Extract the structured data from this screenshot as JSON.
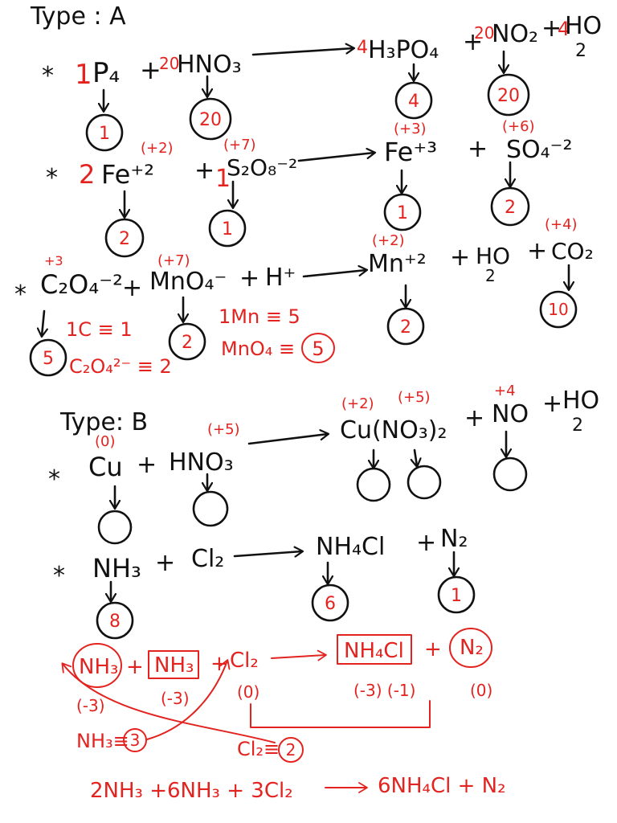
{
  "colors": {
    "paper": "#ffffff",
    "ink": "#111111",
    "red": "#e3231f"
  },
  "icons": {
    "reaction_arrow": "right-arrow-icon",
    "guide_arrow": "down-arrow-icon",
    "bullet": "asterisk-icon"
  },
  "symbols": {
    "bullet": "*",
    "plus": "+"
  },
  "type_a": {
    "heading": "Type : A",
    "r1": {
      "p4_coef": "1",
      "p4": "P₄",
      "p4_count": "1",
      "hno3_coef": "20",
      "hno3": "HNO₃",
      "hno3_count": "20",
      "h3po4_coef": "4",
      "h3po4": "H₃PO₄",
      "h3po4_count": "4",
      "no2_coef": "20",
      "no2": "NO₂",
      "no2_count": "20",
      "h2o_coef": "4",
      "h2o": "HO",
      "h2o_sub": "2"
    },
    "r2": {
      "fe2_coef": "2",
      "fe2": "Fe⁺²",
      "fe2_ox": "(+2)",
      "fe2_count": "2",
      "s2o8_coef": "1",
      "s2o8": "S₂O₈⁻²",
      "s2o8_ox": "(+7)",
      "s2o8_count": "1",
      "fe3": "Fe⁺³",
      "fe3_ox": "(+3)",
      "fe3_count": "1",
      "so4": "SO₄⁻²",
      "so4_ox": "(+6)",
      "so4_count": "2"
    },
    "r3": {
      "c2o4": "C₂O₄⁻²",
      "c2o4_ox": "+3",
      "c2o4_count": "5",
      "mno4": "MnO₄⁻",
      "mno4_ox": "(+7)",
      "mno4_count": "2",
      "h": "H⁺",
      "mn2": "Mn⁺²",
      "mn2_ox": "(+2)",
      "mn2_count": "2",
      "h2o": "HO",
      "h2o_sub": "2",
      "co2": "CO₂",
      "co2_ox": "(+4)",
      "co2_count": "10",
      "c_note": "1C ≡ 1",
      "c2o4_note": "C₂O₄²⁻ ≡ 2",
      "mn_note": "1Mn ≡ 5",
      "mno4_note": "MnO₄ ≡",
      "mno4_note_value": "5"
    }
  },
  "type_b": {
    "heading": "Type: B",
    "r4": {
      "cu": "Cu",
      "cu_ox": "(0)",
      "hno3": "HNO₃",
      "hno3_ox": "(+5)",
      "cuno3": "Cu(NO₃)₂",
      "cuno3_cu_ox": "(+2)",
      "cuno3_n_ox": "(+5)",
      "no": "NO",
      "no_ox": "+4",
      "h2o": "HO",
      "h2o_sub": "2"
    },
    "r5": {
      "nh3": "NH₃",
      "nh3_count": "8",
      "cl2": "Cl₂",
      "nh4cl": "NH₄Cl",
      "nh4cl_count": "6",
      "n2": "N₂",
      "n2_count": "1"
    },
    "working": {
      "nh3_a": "NH₃",
      "nh3_b": "NH₃",
      "cl2": "Cl₂",
      "nh4cl": "NH₄Cl",
      "n2": "N₂",
      "ox_nh3_a": "(-3)",
      "ox_nh3_b": "(-3)",
      "ox_cl2": "(0)",
      "ox_nh4cl": "(-3) (-1)",
      "ox_n2": "(0)",
      "nh3_ratio": "NH₃≡",
      "nh3_ratio_value": "3",
      "cl2_ratio": "Cl₂≡",
      "cl2_ratio_value": "2",
      "final_left": "2NH₃ +6NH₃ + 3Cl₂",
      "final_right": "6NH₄Cl + N₂"
    }
  }
}
